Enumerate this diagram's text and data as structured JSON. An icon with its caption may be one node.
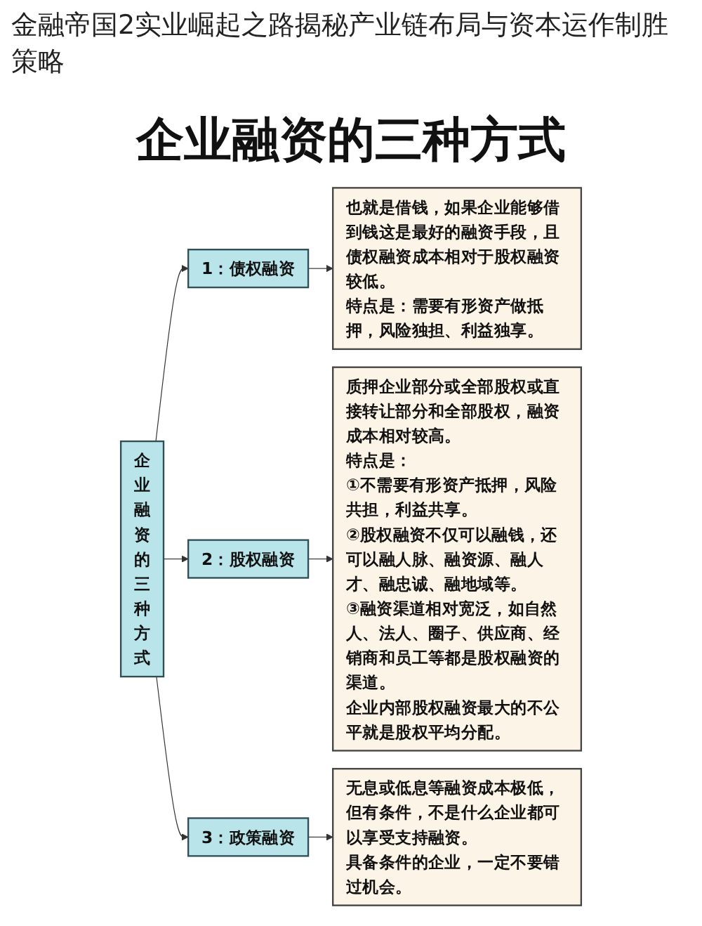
{
  "diagram": {
    "title": "企业融资的三种方式",
    "nodes": [
      {
        "text": [
          "企业融资的三种方式"
        ]
      },
      {
        "text": [
          "1：债权融资"
        ]
      },
      {
        "text": [
          "2：股权融资"
        ]
      },
      {
        "text": [
          "3：政策融资"
        ]
      },
      {
        "text": [
          "也就是借钱，如果企业能够借到钱这是最好的融资手段，且债权融资成本相对于股权融资较低。",
          "特点是：需要有形资产做抵押，风险独担、利益独享。"
        ]
      },
      {
        "text": [
          "质押企业部分或全部股权或直接转让部分和全部股权，融资成本相对较高。",
          "特点是：",
          "①不需要有形资产抵押，风险共担，利益共享。",
          "②股权融资不仅可以融钱，还可以融人脉、融资源、融人才、融忠诚、融地域等。",
          "③融资渠道相对宽泛，如自然人、法人、圈子、供应商、经销商和员工等都是股权融资的渠道。",
          "企业内部股权融资最大的不公平就是股权平均分配。"
        ]
      },
      {
        "text": [
          "无息或低息等融资成本极低，但有条件，不是什么企业都可以享受支持融资。",
          "具备条件的企业，一定不要错过机会。"
        ]
      }
    ],
    "edges": [
      {
        "from": 0,
        "to": 1,
        "arrow": "to"
      },
      {
        "from": 0,
        "to": 2,
        "arrow": "to"
      },
      {
        "from": 0,
        "to": 3,
        "arrow": "to"
      },
      {
        "from": 1,
        "to": 4,
        "arrow": "to"
      },
      {
        "from": 2,
        "to": 5,
        "arrow": "to"
      },
      {
        "from": 3,
        "to": 6,
        "arrow": "to"
      }
    ],
    "labels": [
      "金融帝国2实业崛起之路揭秘产业链布局与资本运作制胜策略"
    ]
  }
}
